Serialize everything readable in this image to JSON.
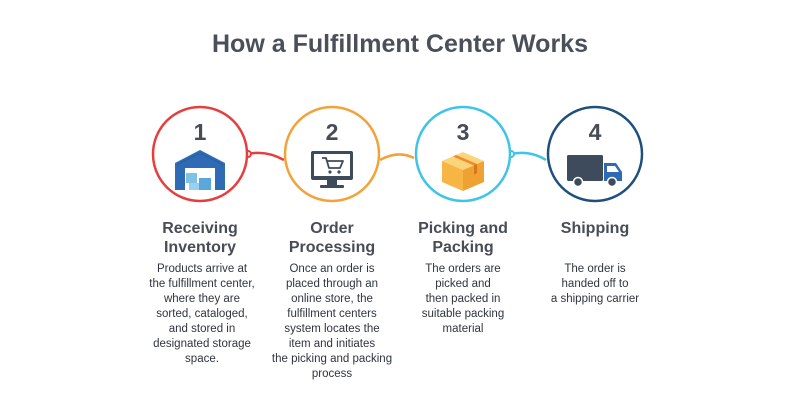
{
  "title": "How a Fulfillment Center Works",
  "colors": {
    "step1": "#e63e3e",
    "step2": "#f3a23a",
    "step3": "#3fc3e6",
    "step4": "#1f4f7d",
    "text": "#474c57",
    "icon_blue": "#2f6bb5",
    "icon_dark": "#3e4b5c"
  },
  "steps": [
    {
      "number": "1",
      "title_lines": [
        "Receiving",
        "Inventory"
      ],
      "icon": "warehouse-icon",
      "desc_lines": [
        "Products arrive at",
        "the fulfillment center,",
        "where they are",
        "sorted, cataloged,",
        "and stored in",
        "designated storage",
        "space."
      ]
    },
    {
      "number": "2",
      "title_lines": [
        "Order",
        "Processing"
      ],
      "icon": "computer-cart-icon",
      "desc_lines": [
        "Once an order is",
        "placed through an",
        "online store, the",
        "fulfillment centers",
        "system locates the",
        "item and initiates",
        "the picking and packing",
        "process"
      ]
    },
    {
      "number": "3",
      "title_lines": [
        "Picking and",
        "Packing"
      ],
      "icon": "box-icon",
      "desc_lines": [
        "The orders are",
        "picked and",
        "then packed in",
        "suitable packing",
        "material"
      ]
    },
    {
      "number": "4",
      "title_lines": [
        "Shipping"
      ],
      "icon": "truck-icon",
      "desc_lines": [
        "The order is",
        "handed off to",
        "a shipping carrier"
      ]
    }
  ]
}
